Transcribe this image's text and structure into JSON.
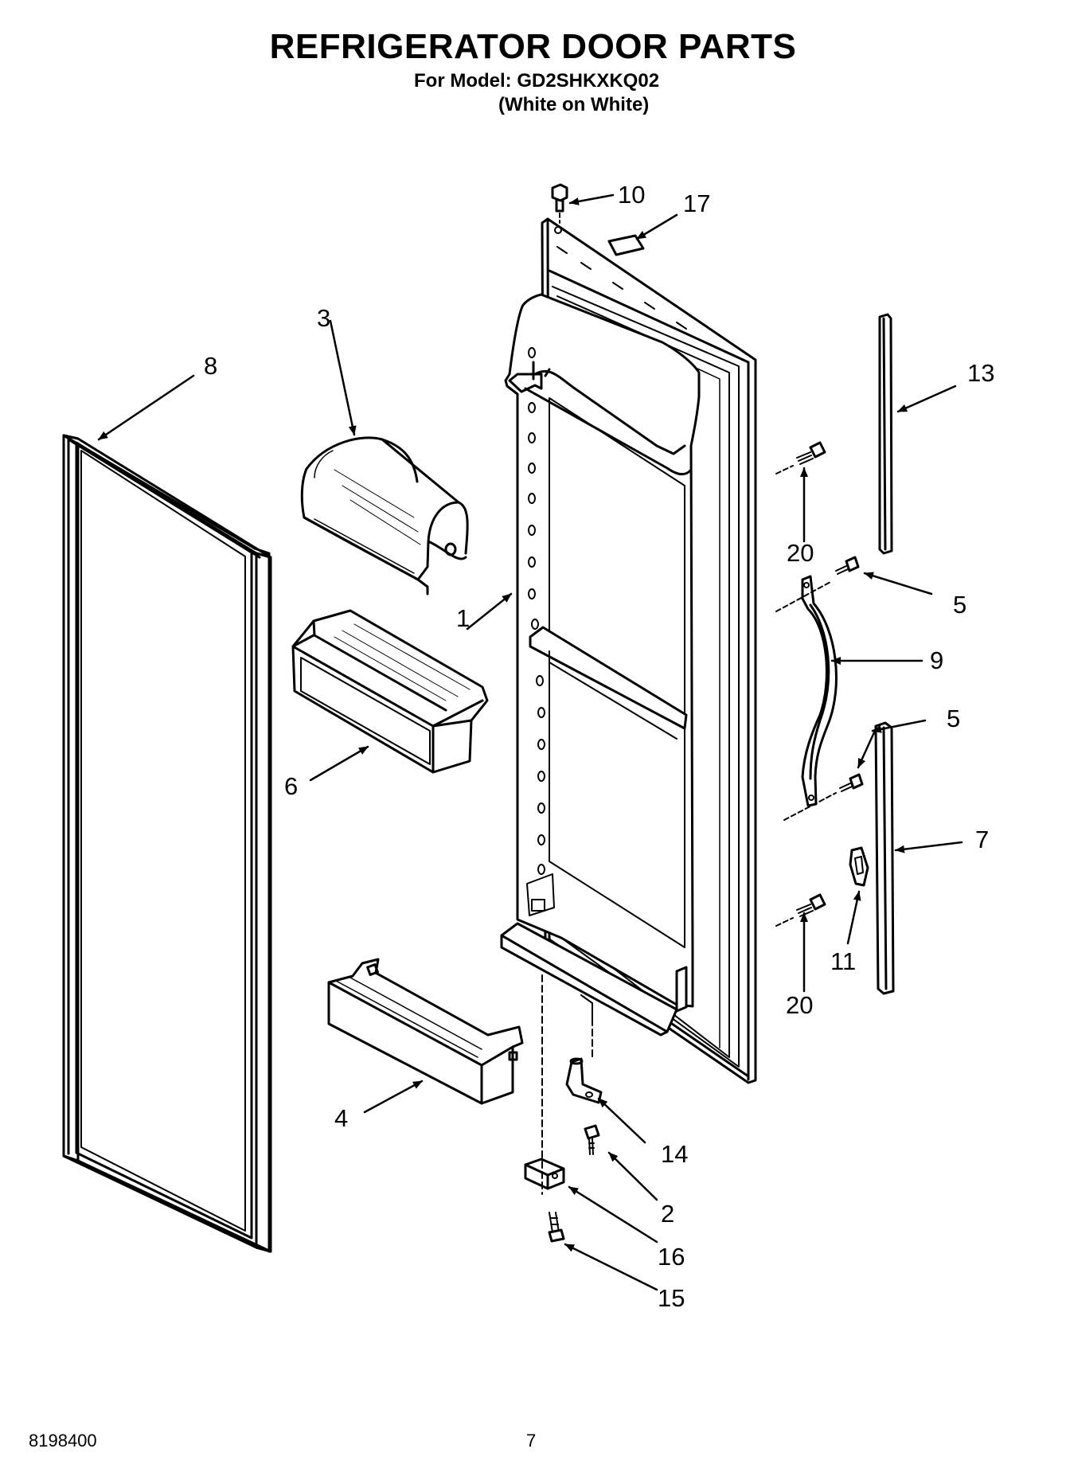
{
  "header": {
    "title": "REFRIGERATOR DOOR PARTS",
    "model_line": "For Model: GD2SHKXKQ02",
    "color_line": "(White on White)"
  },
  "callouts": [
    "1",
    "2",
    "3",
    "4",
    "5",
    "5",
    "6",
    "7",
    "8",
    "9",
    "10",
    "11",
    "13",
    "14",
    "15",
    "16",
    "17",
    "20",
    "20"
  ],
  "footer": {
    "doc_number": "8198400",
    "page_number": "7"
  }
}
